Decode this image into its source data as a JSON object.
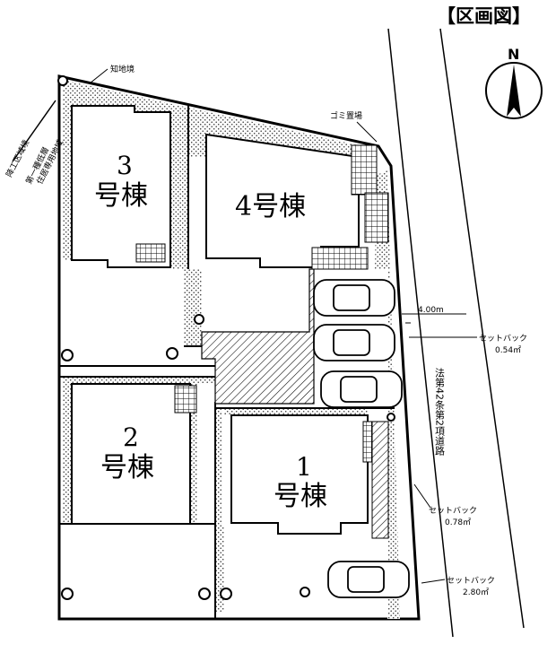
{
  "title": "【区画図】",
  "north": "N",
  "buildings": [
    {
      "num": "1",
      "name": "号棟"
    },
    {
      "num": "2",
      "name": "号棟"
    },
    {
      "num": "3",
      "name": "号棟"
    },
    {
      "name": "4号棟"
    }
  ],
  "labels": {
    "top_left": "知地境",
    "garbage": "ゴミ置場",
    "road_width": "4.00m",
    "setback1_label": "セットバック",
    "setback1_value": "0.54㎡",
    "setback2_label": "セットバック",
    "setback2_value": "0.78㎡",
    "setback3_label": "セットバック",
    "setback3_value": "2.80㎡",
    "road_type": "法第42条第2項道路",
    "side_note1": "降工区域境",
    "side_note2": "第一種低層",
    "side_note3": "住居専用地域"
  }
}
